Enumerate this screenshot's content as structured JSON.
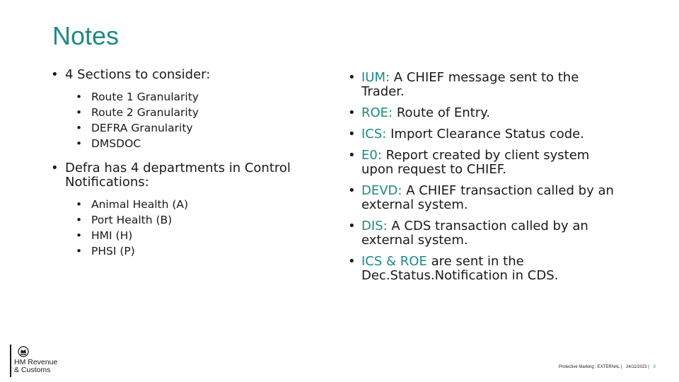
{
  "slide": {
    "title": "Notes"
  },
  "left_column": {
    "sections": [
      {
        "heading": "4 Sections to consider:",
        "items": [
          "Route 1 Granularity",
          "Route 2 Granularity",
          "DEFRA Granularity",
          "DMSDOC"
        ]
      },
      {
        "heading": "Defra has 4 departments in Control Notifications:",
        "items": [
          "Animal Health (A)",
          "Port Health (B)",
          "HMI (H)",
          "PHSI (P)"
        ]
      }
    ]
  },
  "right_column": {
    "items": [
      {
        "term": "IUM:",
        "text": " A CHIEF message sent to the Trader."
      },
      {
        "term": "ROE:",
        "text": " Route of Entry."
      },
      {
        "term": "ICS:",
        "text": " Import Clearance Status code."
      },
      {
        "term": "E0:",
        "text": " Report created by client system upon request to CHIEF."
      },
      {
        "term": "DEVD:",
        "text": " A CHIEF transaction called by an external system."
      },
      {
        "term": "DIS:",
        "text": " A CDS transaction called by an external system."
      },
      {
        "term": "ICS & ROE",
        "text": " are sent in the Dec.Status.Notification in CDS."
      }
    ]
  },
  "logo": {
    "line1": "HM Revenue",
    "line2": "& Customs"
  },
  "footer": {
    "marking": "Protective Marking : EXTERNAL |",
    "date": "24/11/2023 |",
    "page": "3"
  },
  "colors": {
    "accent": "#1e8a86",
    "text": "#1a1a1a"
  }
}
